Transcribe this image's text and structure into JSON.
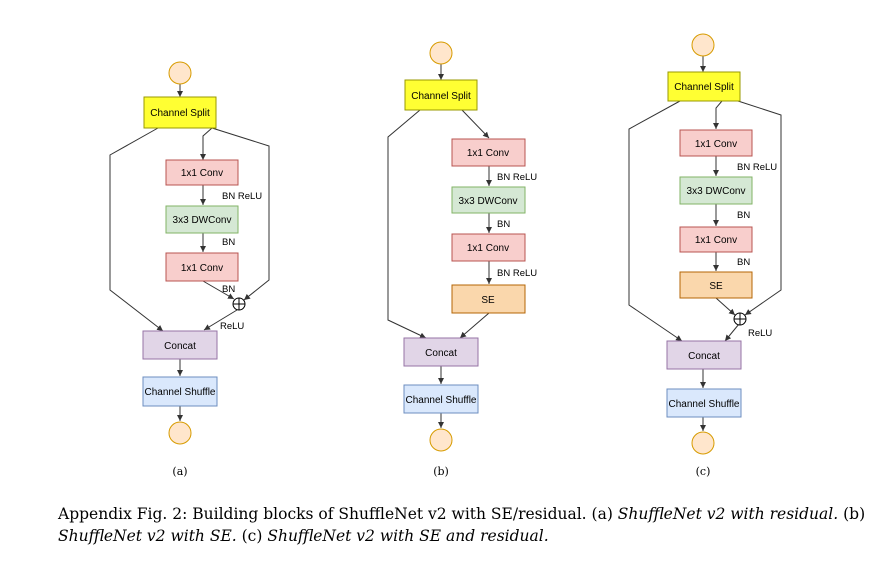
{
  "colors": {
    "io_node": "#ffe6cc",
    "io_node_stroke": "#d79b00",
    "split": "#ffff33",
    "split_stroke": "#999900",
    "conv": "#f8cecc",
    "conv_stroke": "#b85450",
    "dwconv": "#d5e8d4",
    "dwconv_stroke": "#82b366",
    "se": "#fad7ac",
    "se_stroke": "#b46504",
    "concat": "#e1d5e7",
    "concat_stroke": "#9673a6",
    "shuffle": "#dae8fc",
    "shuffle_stroke": "#6c8ebf"
  },
  "diagrams": [
    {
      "id": "a",
      "sublabel": "(a)",
      "blocks": {
        "split": "Channel Split",
        "conv1": "1x1 Conv",
        "dw": "3x3 DWConv",
        "conv2": "1x1 Conv",
        "concat": "Concat",
        "shuffle": "Channel Shuffle"
      },
      "annotations": {
        "after_conv1": "BN ReLU",
        "after_dw": "BN",
        "after_conv2": "BN",
        "after_add": "ReLU"
      }
    },
    {
      "id": "b",
      "sublabel": "(b)",
      "blocks": {
        "split": "Channel Split",
        "conv1": "1x1 Conv",
        "dw": "3x3 DWConv",
        "conv2": "1x1 Conv",
        "se": "SE",
        "concat": "Concat",
        "shuffle": "Channel Shuffle"
      },
      "annotations": {
        "after_conv1": "BN ReLU",
        "after_dw": "BN",
        "after_conv2": "BN ReLU"
      }
    },
    {
      "id": "c",
      "sublabel": "(c)",
      "blocks": {
        "split": "Channel Split",
        "conv1": "1x1 Conv",
        "dw": "3x3 DWConv",
        "conv2": "1x1 Conv",
        "se": "SE",
        "concat": "Concat",
        "shuffle": "Channel Shuffle"
      },
      "annotations": {
        "after_conv1": "BN ReLU",
        "after_dw": "BN",
        "after_conv2": "BN",
        "after_add": "ReLU"
      }
    }
  ],
  "caption": {
    "prefix": "Appendix Fig. 2: Building blocks of ShuffleNet v2 with SE/residual. (a) ",
    "a_italic": "ShuffleNet v2 with residual.",
    "mid1": " (b) ",
    "b_italic": "ShuffleNet v2 with SE.",
    "mid2": " (c) ",
    "c_italic": "ShuffleNet v2 with SE and residual."
  }
}
